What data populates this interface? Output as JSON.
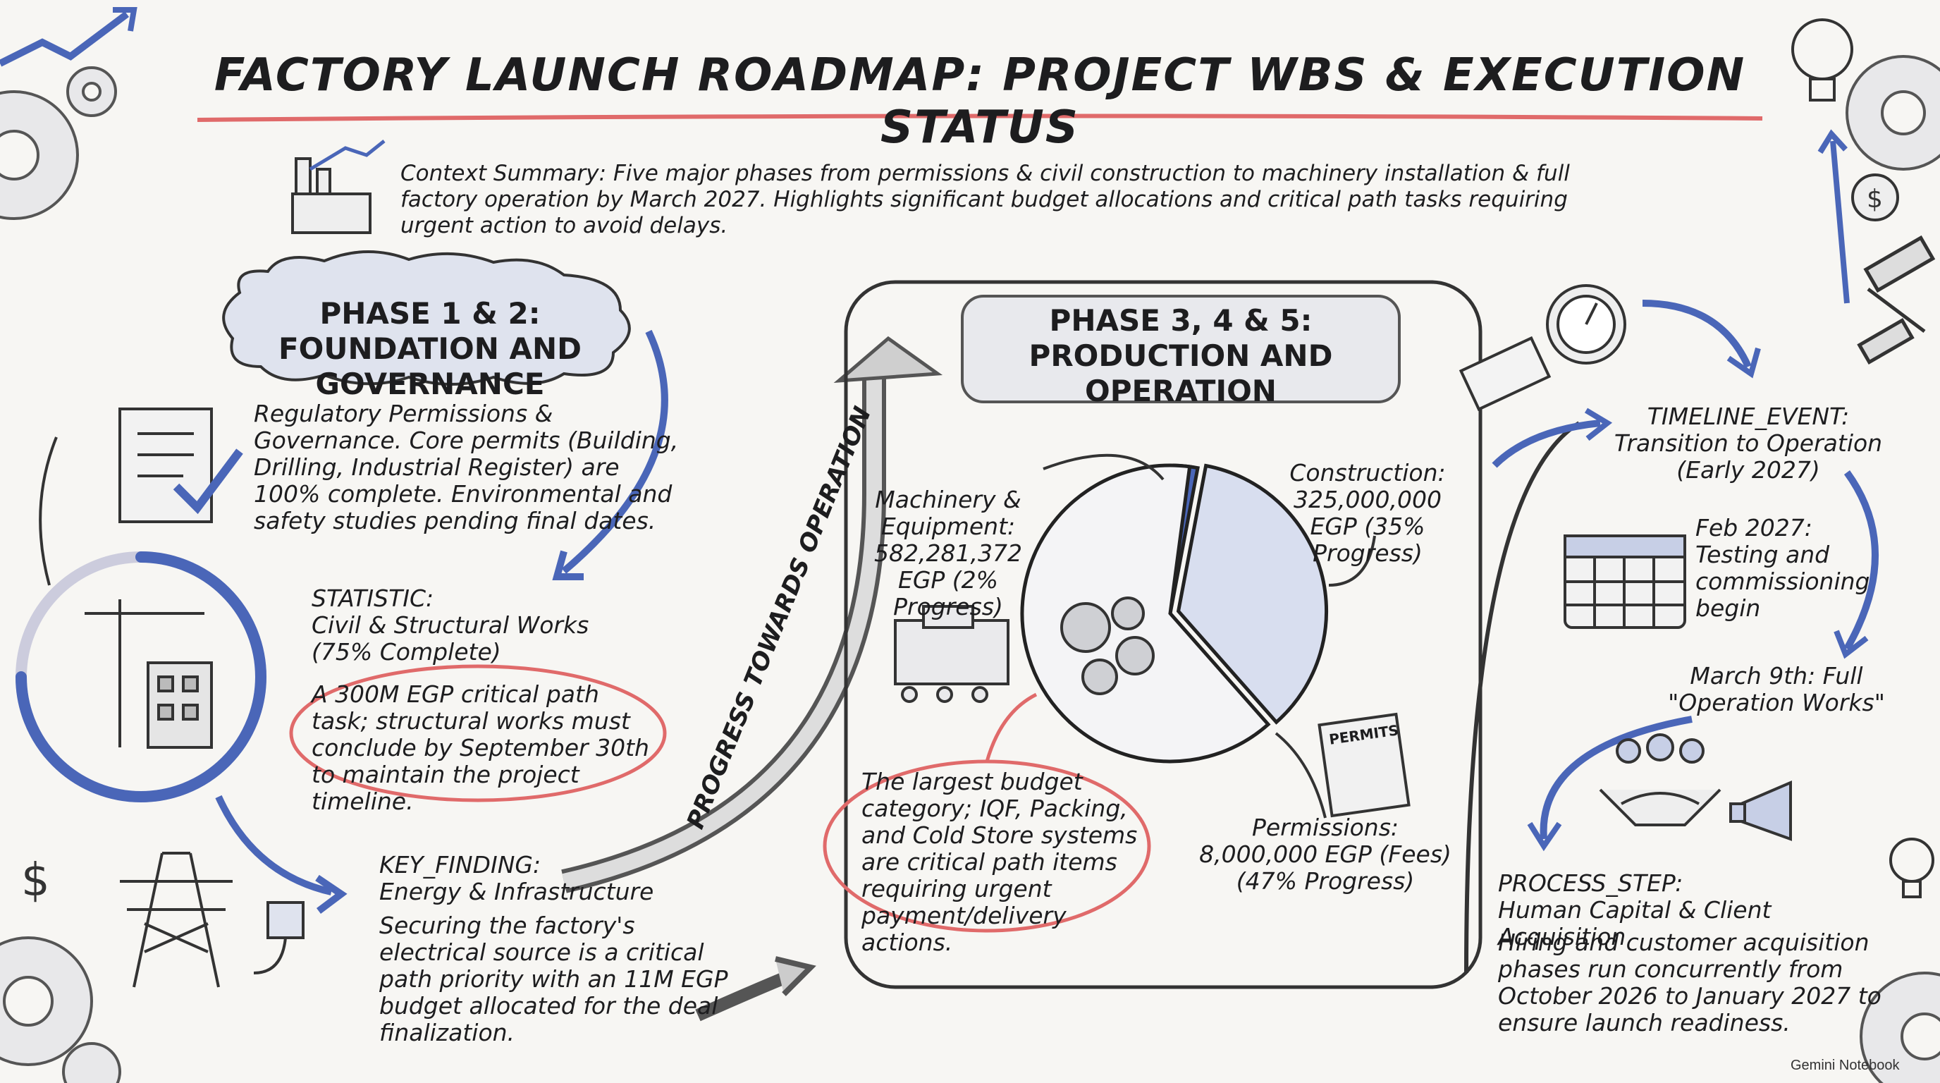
{
  "title": "FACTORY LAUNCH ROADMAP: PROJECT WBS & EXECUTION STATUS",
  "context": "Context Summary: Five major phases from permissions & civil construction to machinery installation & full factory operation by March 2027. Highlights significant budget allocations and critical path tasks requiring urgent action to avoid delays.",
  "phase12": {
    "title": "PHASE 1 & 2: FOUNDATION AND GOVERNANCE",
    "regulatory": "Regulatory Permissions & Governance. Core permits (Building, Drilling, Industrial Register) are 100% complete. Environmental and safety studies pending final dates.",
    "statistic_heading": "STATISTIC:",
    "statistic_title": "Civil & Structural Works (75% Complete)",
    "statistic_progress": 0.75,
    "statistic_body": "A 300M EGP critical path task; structural works must conclude by September 30th to maintain the project timeline.",
    "finding_heading": "KEY_FINDING:",
    "finding_title": "Energy & Infrastructure",
    "finding_body": "Securing the factory's electrical source is a critical path priority with an 11M EGP budget allocated for the deal finalization."
  },
  "progress_label": "PROGRESS TOWARDS OPERATION",
  "phase345": {
    "title": "PHASE 3, 4 & 5: PRODUCTION AND OPERATION",
    "machinery": "Machinery & Equipment: 582,281,372 EGP (2% Progress)",
    "construction": "Construction: 325,000,000 EGP (35% Progress)",
    "permissions": "Permissions: 8,000,000 EGP (Fees) (47% Progress)",
    "note": "The largest budget category; IQF, Packing, and Cold Store systems are critical path items requiring urgent payment/delivery actions.",
    "permits_label": "PERMITS"
  },
  "chart_data": {
    "type": "pie",
    "categories": [
      "Machinery & Equipment",
      "Construction",
      "Permissions"
    ],
    "values": [
      582281372,
      325000000,
      8000000
    ],
    "progress_percent": [
      2,
      35,
      47
    ]
  },
  "timeline": {
    "event_heading": "TIMELINE_EVENT:",
    "event_title": "Transition to Operation (Early 2027)",
    "feb": "Feb 2027: Testing and commissioning begin",
    "march": "March 9th: Full \"Operation Works\"",
    "step_heading": "PROCESS_STEP:",
    "step_title": "Human Capital & Client Acquisition",
    "step_body": "Hiring and customer acquisition phases run concurrently from October 2026 to January 2027 to ensure launch readiness."
  },
  "badge": "Gemini Notebook",
  "colors": {
    "accent_red": "#e06a6a",
    "accent_blue": "#4a66b8",
    "ink": "#1d1d1f"
  }
}
